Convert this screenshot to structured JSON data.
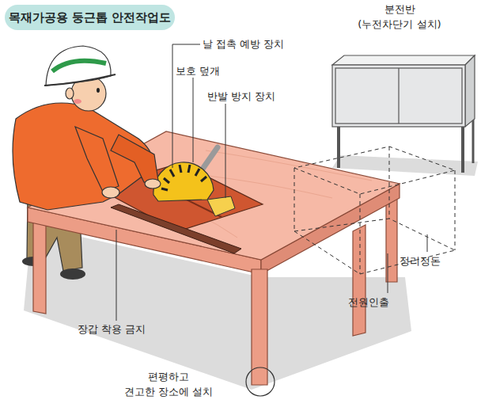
{
  "diagram": {
    "title": "목재가공용 둥근톱 안전작업도",
    "labels": [
      "분전반 (누전차단기 설치)",
      "날 접촉 예방 장치",
      "보호 덮개",
      "반발 방지 장치",
      "장갑 착용 금지",
      "정리정돈",
      "전원인출",
      "편평하고 견고한 장소에 설치"
    ]
  }
}
